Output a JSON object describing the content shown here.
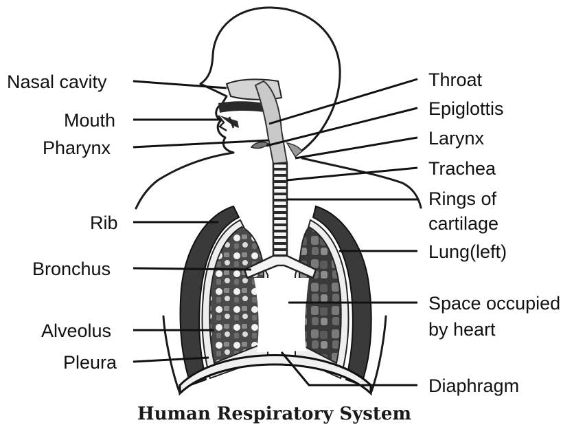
{
  "labels": {
    "nasal_cavity": "Nasal cavity",
    "mouth": "Mouth",
    "pharynx": "Pharynx",
    "rib": "Rib",
    "bronchus": "Bronchus",
    "alveolus": "Alveolus",
    "pleura": "Pleura",
    "throat": "Throat",
    "epiglottis": "Epiglottis",
    "larynx": "Larynx",
    "trachea": "Trachea",
    "rings_line1": "Rings of",
    "rings_line2": "cartilage",
    "lung_left": "Lung(left)",
    "heart_line1": "Space occupied",
    "heart_line2": "by heart",
    "diaphragm": "Diaphragm"
  },
  "caption": "Human Respiratory System"
}
